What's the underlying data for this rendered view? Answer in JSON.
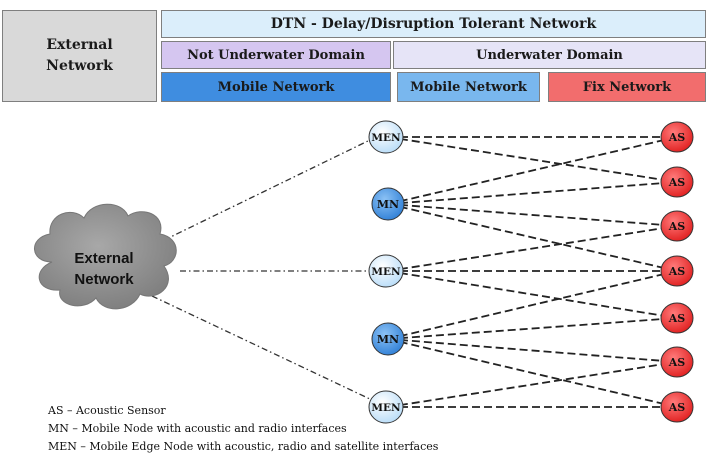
{
  "header": {
    "external_network_line1": "External",
    "external_network_line2": "Network",
    "dtn": "DTN - Delay/Disruption Tolerant Network",
    "not_underwater": "Not Underwater Domain",
    "underwater": "Underwater Domain",
    "mobile_network_left": "Mobile Network",
    "mobile_network_right": "Mobile Network",
    "fix_network": "Fix Network"
  },
  "colors": {
    "external": "#d9d9d9",
    "dtn": "#dbeefb",
    "not_underwater": "#d5c6f0",
    "underwater": "#e6e4f7",
    "mobile_left": "#3f8de0",
    "mobile_right": "#79b7ee",
    "fix": "#f26d6d",
    "men_node": "#cfe6fb",
    "mn_node": "#3f8de0",
    "as_node": "#ee2c2c",
    "cloud": "#8c8c8c"
  },
  "diagram": {
    "cloud_line1": "External",
    "cloud_line2": "Network",
    "men_label": "MEN",
    "mn_label": "MN",
    "as_label": "AS"
  },
  "legend": {
    "as": "AS – Acoustic Sensor",
    "mn": "MN – Mobile Node with acoustic and radio interfaces",
    "men": "MEN – Mobile Edge Node with acoustic, radio and satellite interfaces"
  }
}
